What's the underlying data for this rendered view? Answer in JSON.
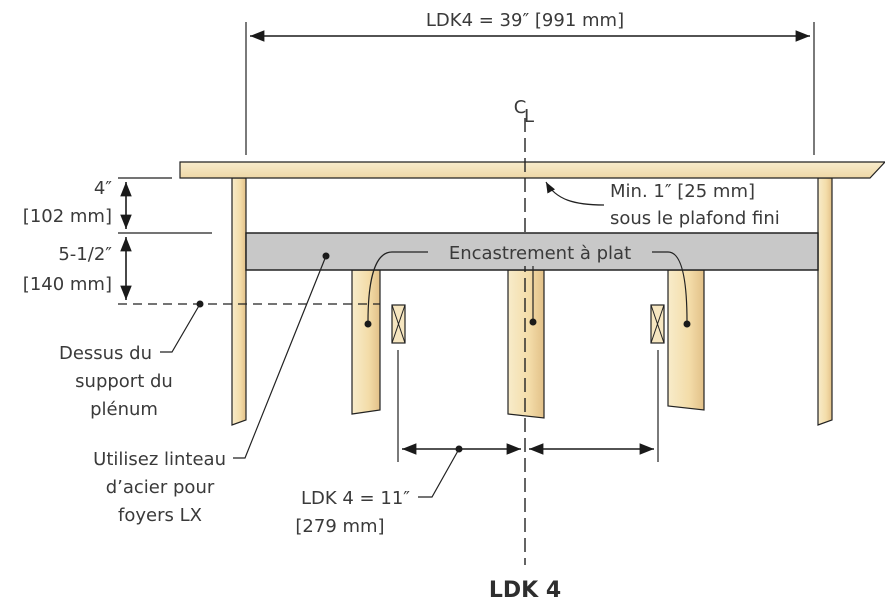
{
  "colors": {
    "wood_light": "#f6e6c0",
    "wood_dark": "#e4c48a",
    "lintel": "#c8c8c8",
    "line": "#1a1a1a",
    "text": "#3a3a3a"
  },
  "labels": {
    "overall_width": "LDK4 = 39″ [991 mm]",
    "centerline": "C",
    "centerline_sub": "L",
    "min_clearance_line1": "Min. 1″ [25 mm]",
    "min_clearance_line2": "sous le plafond fini",
    "dim_top_line1": "4″",
    "dim_top_line2": "[102 mm]",
    "dim_bottom_line1": "5-1/2″",
    "dim_bottom_line2": "[140 mm]",
    "flush_mount": "Encastrement à plat",
    "plenum_line1": "Dessus du",
    "plenum_line2": "support du",
    "plenum_line3": "plénum",
    "lintel_line1": "Utilisez linteau",
    "lintel_line2": "d’acier pour",
    "lintel_line3": "foyers LX",
    "spacing_line1": "LDK 4 = 11″",
    "spacing_line2": "[279 mm]",
    "title": "LDK 4"
  }
}
